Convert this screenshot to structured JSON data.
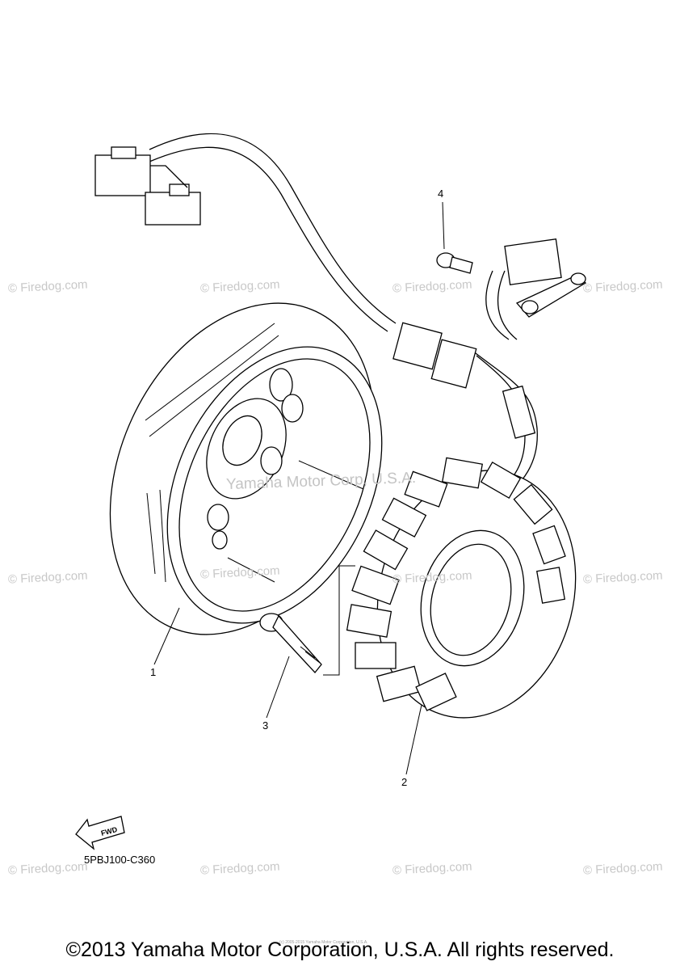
{
  "watermark": "© Firedog.com",
  "center_watermark": "Yamaha Motor Corp, U.S.A.",
  "callouts": [
    "1",
    "2",
    "3",
    "4"
  ],
  "diagram_code": "5PBJ100-C360",
  "fwd_label": "FWD",
  "copyright": "©2013 Yamaha Motor Corporation, U.S.A. All rights reserved.",
  "fine_print": "(c) 2005-2015 Yamaha Motor Corporation, U.S.A."
}
